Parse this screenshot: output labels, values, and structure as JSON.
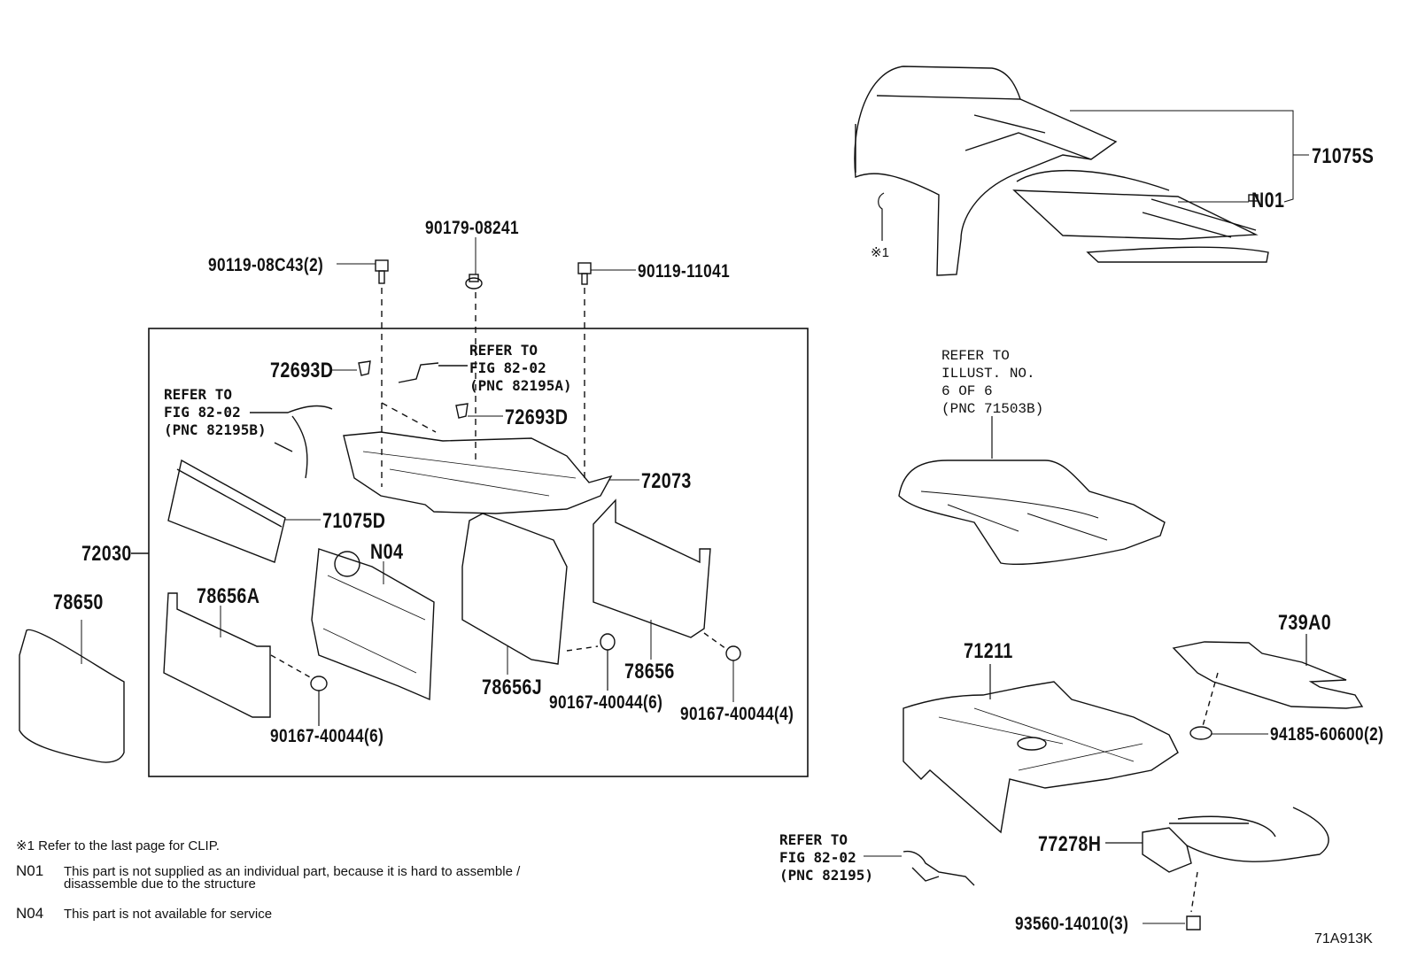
{
  "diagram": {
    "figure_id": "71A913K",
    "group_label": "72030",
    "parts": [
      {
        "id": "p71075S",
        "number": "71075S"
      },
      {
        "id": "pN01",
        "number": "N01"
      },
      {
        "id": "pClip",
        "number": "※1"
      },
      {
        "id": "p90179",
        "number": "90179-08241"
      },
      {
        "id": "p90119a",
        "number": "90119-08C43(2)"
      },
      {
        "id": "p90119b",
        "number": "90119-11041"
      },
      {
        "id": "p72693Da",
        "number": "72693D"
      },
      {
        "id": "p72693Db",
        "number": "72693D"
      },
      {
        "id": "p72073",
        "number": "72073"
      },
      {
        "id": "p71075D",
        "number": "71075D"
      },
      {
        "id": "pN04",
        "number": "N04"
      },
      {
        "id": "p78656A",
        "number": "78656A"
      },
      {
        "id": "p78650",
        "number": "78650"
      },
      {
        "id": "p78656J",
        "number": "78656J"
      },
      {
        "id": "p78656",
        "number": "78656"
      },
      {
        "id": "p90167a",
        "number": "90167-40044(6)"
      },
      {
        "id": "p90167b",
        "number": "90167-40044(6)"
      },
      {
        "id": "p90167c",
        "number": "90167-40044(4)"
      },
      {
        "id": "p71211",
        "number": "71211"
      },
      {
        "id": "p739A0",
        "number": "739A0"
      },
      {
        "id": "p94185",
        "number": "94185-60600(2)"
      },
      {
        "id": "p77278H",
        "number": "77278H"
      },
      {
        "id": "p93560",
        "number": "93560-14010(3)"
      }
    ],
    "references": {
      "ref_82195A": "REFER TO\nFIG 82-02\n(PNC 82195A)",
      "ref_82195B": "REFER TO\nFIG 82-02\n(PNC 82195B)",
      "ref_71503B": "REFER TO\nILLUST. NO.\n6 OF 6\n(PNC 71503B)",
      "ref_82195": "REFER TO\nFIG 82-02\n(PNC 82195)"
    },
    "notes": [
      {
        "key": "※1",
        "text": "Refer to the last page for CLIP."
      },
      {
        "key": "N01",
        "text": "This part is not supplied as an individual part, because it is hard to assemble /",
        "text2": "disassemble due to the structure"
      },
      {
        "key": "N04",
        "text": "This part is not available for service"
      }
    ]
  }
}
